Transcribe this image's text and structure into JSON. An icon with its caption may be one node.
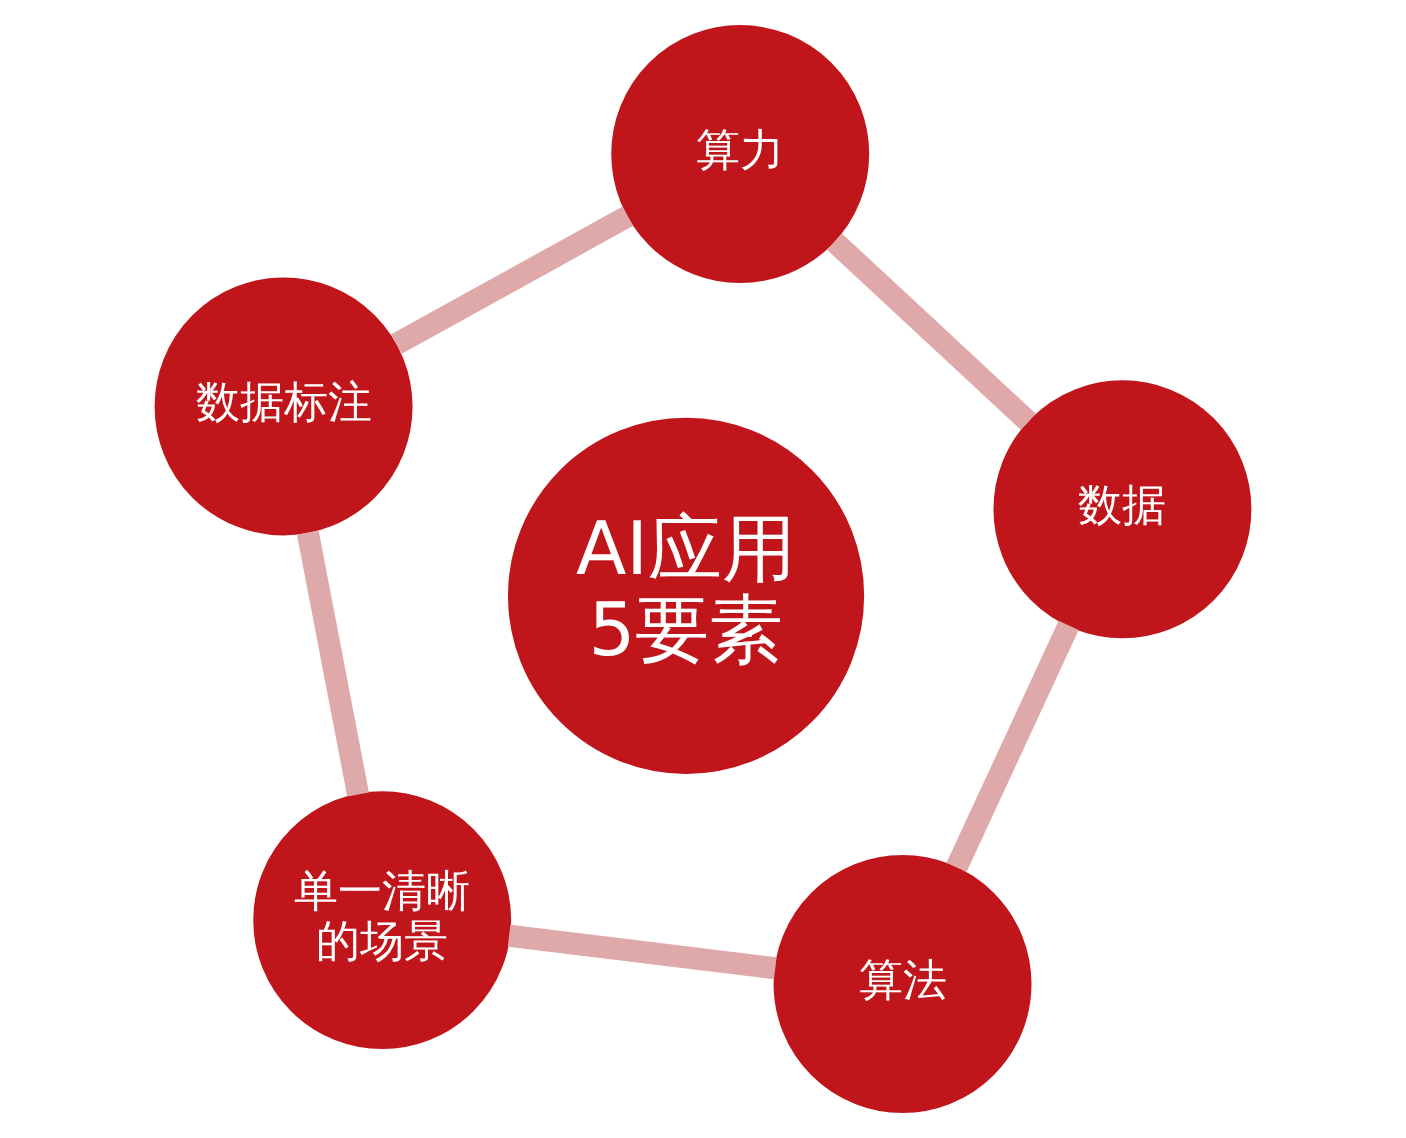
{
  "diagram": {
    "nodes": [
      {
        "text": [
          "单一清晰的场景"
        ]
      },
      {
        "text": [
          "算法"
        ]
      },
      {
        "text": [
          "AI应用5要素"
        ]
      },
      {
        "text": [
          "数据标注"
        ]
      },
      {
        "text": [
          "数据"
        ]
      },
      {
        "text": [
          "算力"
        ]
      }
    ],
    "edges": [
      {
        "from": 0,
        "to": 3,
        "arrow": "none"
      },
      {
        "from": 3,
        "to": 5,
        "arrow": "none"
      },
      {
        "from": 5,
        "to": 4,
        "arrow": "none"
      },
      {
        "from": 4,
        "to": 1,
        "arrow": "none"
      },
      {
        "from": 1,
        "to": 0,
        "arrow": "none"
      }
    ]
  }
}
